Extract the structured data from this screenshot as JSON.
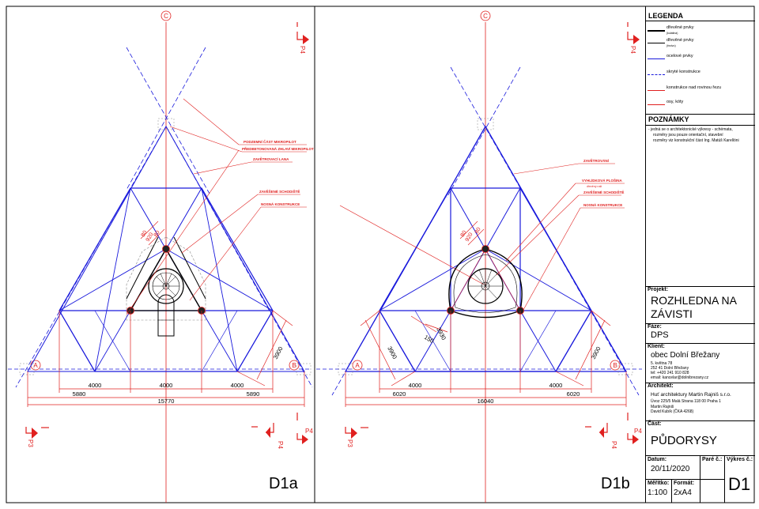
{
  "drawings": [
    {
      "id": "D1a",
      "label": "D1a",
      "axis_top": "C",
      "axis_left": "A",
      "axis_right": "B",
      "section_marks": [
        "P4",
        "P3",
        "P4"
      ],
      "callouts": [
        "PODZEMNÍ ČÁST MIKROPILOT",
        "PŘEDBETONOVANÁ ZHLAVÍ MIKROPILOT",
        "ZAVĚTROVACÍ LANA",
        "ZAVĚŠENÉ SCHODIŠTĚ",
        "NOSNÁ KONSTRUKCE"
      ],
      "dims_inner": [
        "4000",
        "4000",
        "4000"
      ],
      "dims_mid": [
        "5880",
        "5890"
      ],
      "dim_total": "15770",
      "dim_side_right": "3900",
      "dim_small": [
        "80",
        "80",
        "920"
      ]
    },
    {
      "id": "D1b",
      "label": "D1b",
      "axis_top": "C",
      "axis_left": "A",
      "axis_right": "B",
      "section_marks": [
        "P4",
        "P3",
        "P4"
      ],
      "callouts": [
        "ZAVĚTROVÁNÍ",
        "VYHLÍDKOVÁ PLOŠINA",
        "dřevěný rošt",
        "ZAVĚŠENÉ SCHODIŠTĚ",
        "NOSNÁ KONSTRUKCE"
      ],
      "dims_inner": [
        "4000",
        "4000"
      ],
      "dims_mid": [
        "6020",
        "6020"
      ],
      "dim_total": "16040",
      "dim_side_left": [
        "3900",
        "150",
        "3930"
      ],
      "dim_side_right": "3900",
      "dim_small": [
        "80",
        "80",
        "920"
      ]
    }
  ],
  "legend": {
    "title": "LEGENDA",
    "items": [
      {
        "text": "dřevěné prvky",
        "sub": "(kulatina)",
        "color": "#000000",
        "style": "solid-thick"
      },
      {
        "text": "dřevěné prvky",
        "sub": "(řezivo)",
        "color": "#000000",
        "style": "solid"
      },
      {
        "text": "ocelové prvky",
        "sub": "",
        "color": "#1a1adc",
        "style": "solid"
      },
      {
        "text": "skryté konstrukce",
        "sub": "",
        "color": "#1a1adc",
        "style": "dashed"
      },
      {
        "text": "konstrukce nad rovinou řezu",
        "sub": "",
        "color": "#e0201f",
        "style": "solid"
      },
      {
        "text": "osy, kóty",
        "sub": "",
        "color": "#e0201f",
        "style": "solid"
      }
    ]
  },
  "notes": {
    "title": "POZNÁMKY",
    "lines": [
      "- jedná se o architektonické výkresy - schémata,",
      "rozměry jsou pouze orientační, stavební",
      "rozměry viz konstrukční část Ing. Matúš Karellóni"
    ]
  },
  "title_block": {
    "project_label": "Projekt:",
    "project": [
      "ROZHLEDNA NA",
      "ZÁVISTI"
    ],
    "phase_label": "Fáze:",
    "phase": "DPS",
    "client_label": "Klient:",
    "client": "obec Dolní Břežany",
    "client_lines": [
      "5. května 78",
      "252 41 Dolní Břežany",
      "tel: +420 241 910 828",
      "email: kancelar@dolnibrezany.cz"
    ],
    "architect_label": "Architekt:",
    "architect": "Huť architektury Martin Rajniš s.r.o.",
    "architect_lines": [
      "Úvoz 225/5 Malá Strana 118 00 Praha 1",
      "Martin Rajniš",
      "David Kubík (ČKA 4268)"
    ],
    "part_label": "Část:",
    "part": "PŮDORYSY",
    "date_label": "Datum:",
    "date": "20/11/2020",
    "pare_label": "Paré č.:",
    "sheet_label": "Výkres č.:",
    "sheet": "D1",
    "scale_label": "Měřítko:",
    "scale": "1:100",
    "format_label": "Formát:",
    "format": "2xA4"
  },
  "colors": {
    "blue": "#1a1adc",
    "red": "#e0201f",
    "black": "#000000"
  }
}
